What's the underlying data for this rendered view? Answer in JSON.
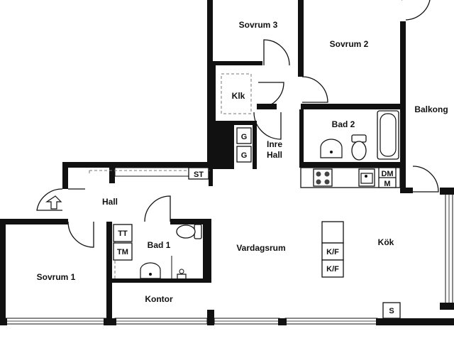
{
  "rooms": {
    "sovrum3": "Sovrum 3",
    "sovrum2": "Sovrum 2",
    "balkong": "Balkong",
    "klk": "Klk",
    "bad2": "Bad 2",
    "inre_hall_line1": "Inre",
    "inre_hall_line2": "Hall",
    "hall": "Hall",
    "bad1": "Bad 1",
    "vardagsrum": "Vardagsrum",
    "kok": "Kök",
    "sovrum1": "Sovrum 1",
    "kontor": "Kontor"
  },
  "fixtures": {
    "g_upper": "G",
    "g_lower": "G",
    "st": "ST",
    "dm": "DM",
    "m": "M",
    "tt": "TT",
    "tm": "TM",
    "kf_upper": "K/F",
    "kf_lower": "K/F",
    "s": "S"
  }
}
